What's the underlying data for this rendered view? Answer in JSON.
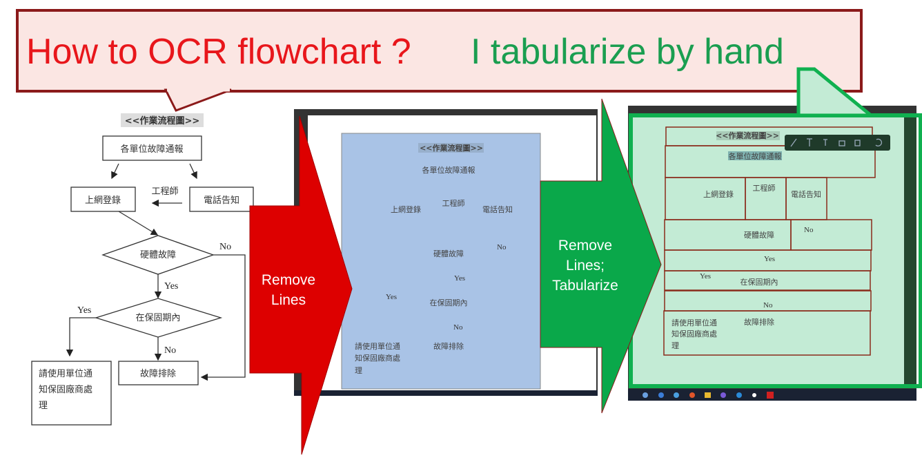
{
  "headline": {
    "question": "How to OCR flowchart ?",
    "answer": "I tabularize by hand",
    "question_color": "#e8161b",
    "answer_color": "#1a9e50"
  },
  "flowchart": {
    "title": "<<作業流程圖>>",
    "start": "各單位故障通報",
    "online_register": "上網登錄",
    "engineer": "工程師",
    "phone_notify": "電話告知",
    "hardware_fault": "硬體故障",
    "in_warranty": "在保固期內",
    "troubleshoot": "故障排除",
    "notify_vendor": [
      "請使用單位通",
      "知保固廠商處",
      "理"
    ],
    "yes": "Yes",
    "no": "No"
  },
  "step1": {
    "label_line1": "Remove",
    "label_line2": "Lines",
    "color": "#dd0000"
  },
  "step2": {
    "label_line1": "Remove",
    "label_line2": "Lines;",
    "label_line3": "Tabularize",
    "color": "#0aa84a"
  },
  "toolbar": {
    "icons": [
      "pencil-icon",
      "text-icon",
      "text-small-icon",
      "stamp-icon",
      "copy-icon",
      "redo-icon"
    ]
  }
}
